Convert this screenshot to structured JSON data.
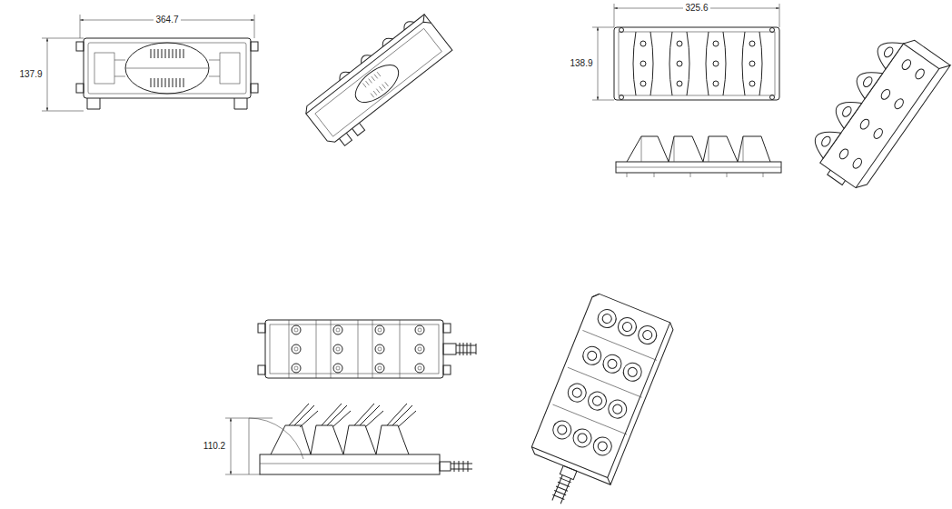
{
  "diagram": {
    "labels": [
      "364.7",
      "137.9",
      "325.6",
      "138.9",
      "110.2"
    ]
  }
}
